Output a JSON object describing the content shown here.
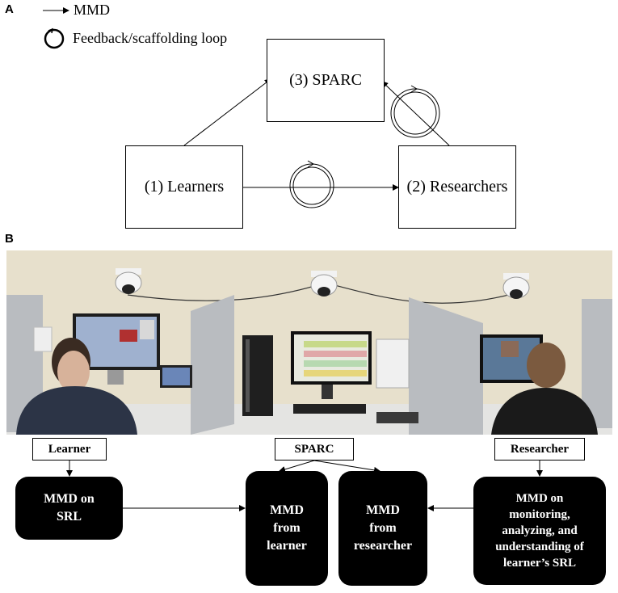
{
  "panel_a": {
    "letter": "A",
    "legend": {
      "arrow_label": "MMD",
      "loop_label": "Feedback/scaffolding loop"
    },
    "nodes": {
      "sparc": "(3) SPARC",
      "learners": "(1) Learners",
      "researchers": "(2) Researchers"
    }
  },
  "panel_b": {
    "letter": "B",
    "photo": {
      "description_icon": "lab-photo"
    },
    "tags": {
      "learner": "Learner",
      "sparc": "SPARC",
      "researcher": "Researcher"
    },
    "boxes": {
      "mmd_srl": "MMD on\nSRL",
      "mmd_from_learner": "MMD\nfrom\nlearner",
      "mmd_from_researcher": "MMD\nfrom\nresearcher",
      "mmd_monitoring": "MMD on\nmonitoring,\nanalyzing, and\nunderstanding of\nlearner’s SRL"
    }
  },
  "colors": {
    "wall": "#e7e0cc",
    "desk": "#e4e4e2",
    "partition": "#b9bcc0",
    "box_fill": "#000000"
  }
}
